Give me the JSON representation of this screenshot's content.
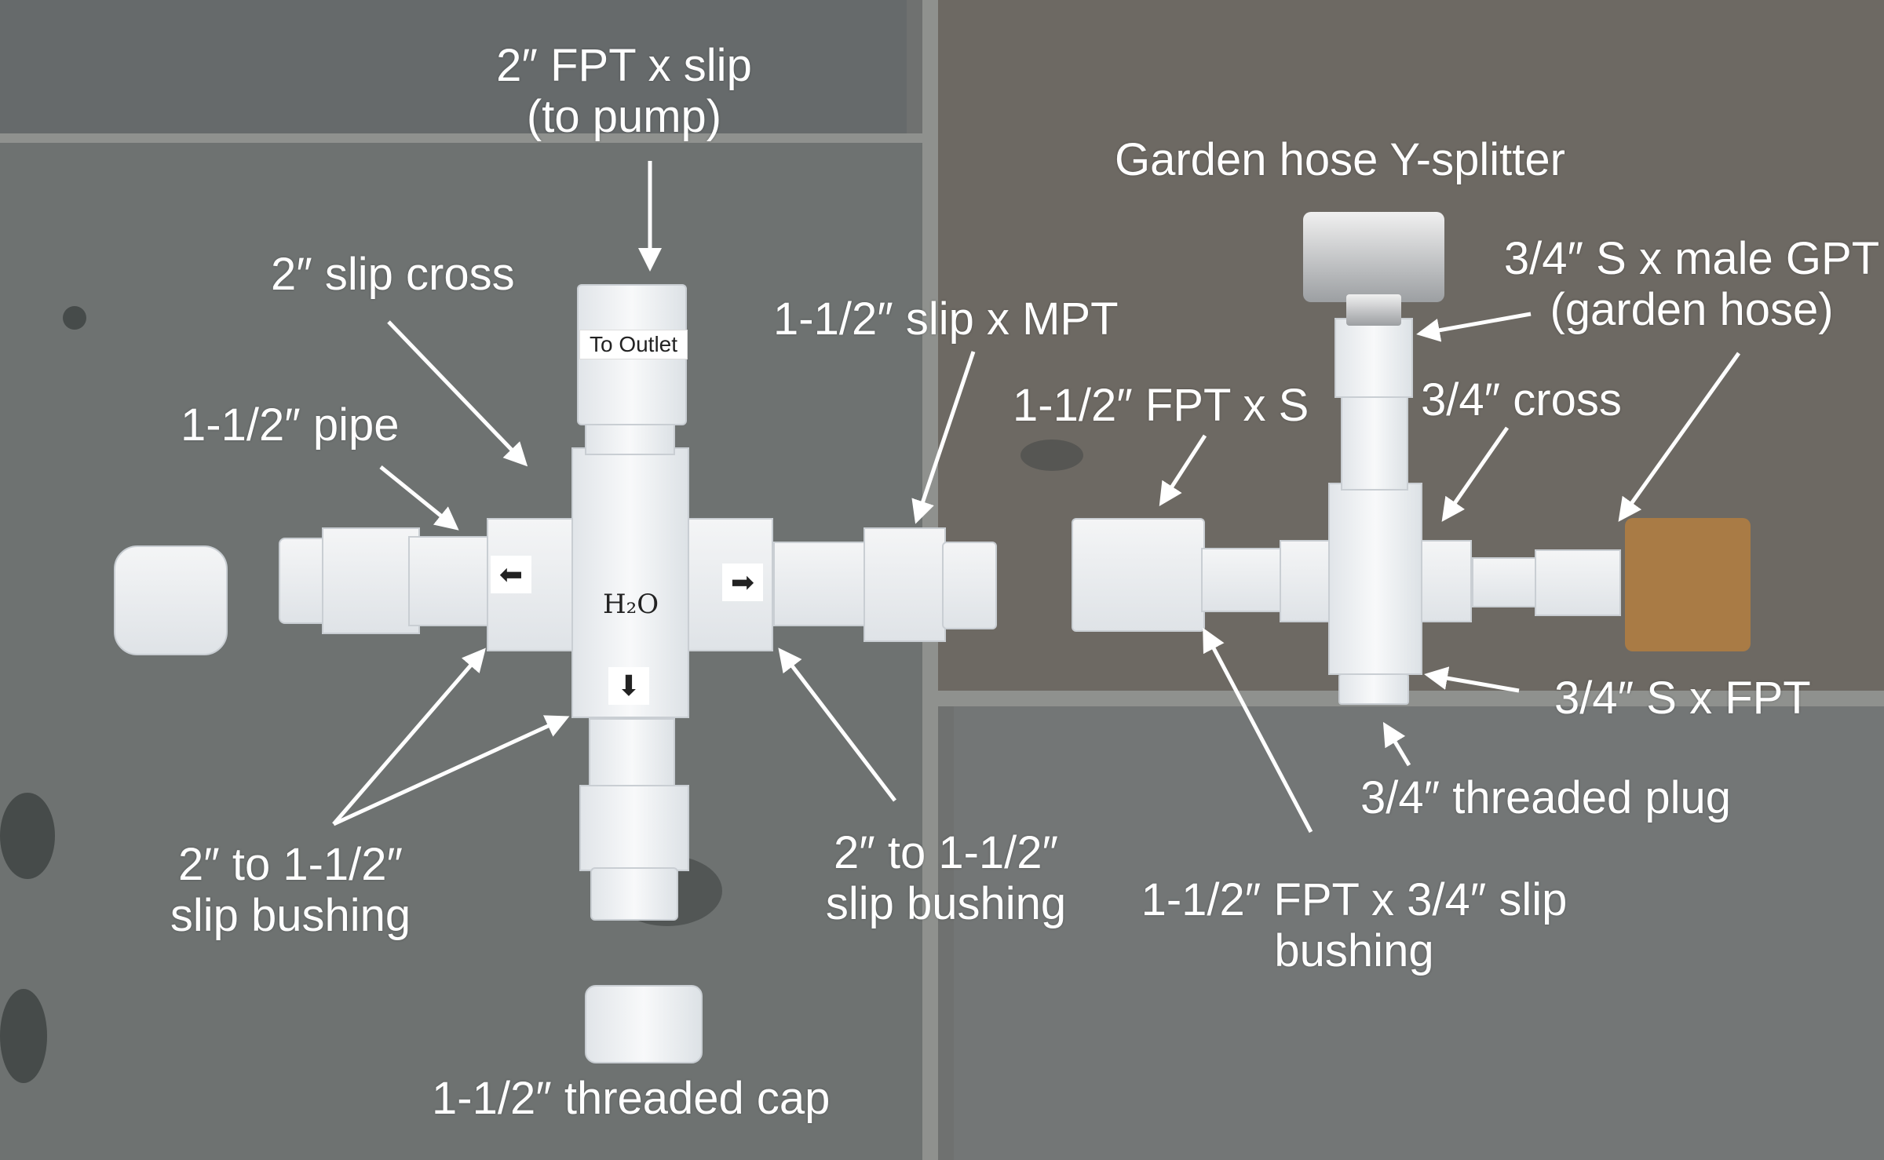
{
  "image": {
    "description": "Annotated photo of PVC plumbing parts laid out on stone pavement",
    "colors": {
      "label_text": "#ffffff",
      "pvc_white": "#f4f5f6",
      "stone_gray": "#6e7271",
      "brass": "#a97b45"
    }
  },
  "fitting_markings": {
    "to_outlet": "To Outlet",
    "h2o": "H₂O",
    "arrow_left": "⬅",
    "arrow_right": "➡",
    "arrow_down": "⬇"
  },
  "labels": {
    "fpt_x_slip_line1": "2″ FPT x slip",
    "fpt_x_slip_line2": "(to pump)",
    "slip_cross": "2″ slip cross",
    "pipe": "1-1/2″ pipe",
    "slip_x_mpt": "1-1/2″ slip x MPT",
    "bushing_left_line1": "2″ to 1-1/2″",
    "bushing_left_line2": "slip bushing",
    "bushing_right_line1": "2″ to 1-1/2″",
    "bushing_right_line2": "slip bushing",
    "threaded_cap": "1-1/2″ threaded cap",
    "garden_splitter": "Garden hose Y-splitter",
    "s_x_male_gpt_line1": "3/4″ S x male GPT",
    "s_x_male_gpt_line2": "(garden hose)",
    "fpt_x_s": "1-1/2″ FPT x S",
    "cross_34": "3/4″ cross",
    "s_x_fpt": "3/4″ S x FPT",
    "threaded_plug": "3/4″ threaded plug",
    "fpt_x_slip_bushing_line1": "1-1/2″ FPT x 3/4″ slip",
    "fpt_x_slip_bushing_line2": "bushing"
  }
}
